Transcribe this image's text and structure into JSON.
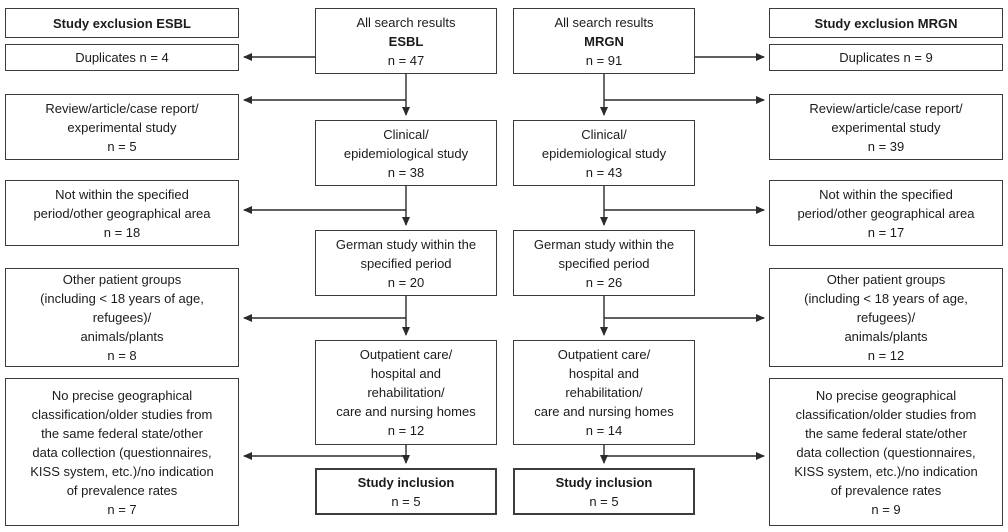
{
  "colors": {
    "box_border": "#3c3c3c",
    "arrow": "#2b2b2b",
    "text": "#1b1b1b",
    "background": "#ffffff"
  },
  "exclusion_esbl": {
    "header": "Study exclusion ESBL",
    "duplicates": "Duplicates n = 4",
    "review": "Review/article/case report/\nexperimental study\nn = 5",
    "period": "Not within the specified\nperiod/other geographical area\nn = 18",
    "patient_groups": "Other patient groups\n(including < 18 years of age,\nrefugees)/\nanimals/plants\nn = 8",
    "geography": "No precise geographical\nclassification/older studies from\nthe same federal state/other\ndata collection (questionnaires,\nKISS system, etc.)/no indication\nof prevalence rates\nn = 7"
  },
  "flow_esbl": {
    "search": {
      "line1": "All search results",
      "line2": "ESBL",
      "line3": "n = 47"
    },
    "clinical": "Clinical/\nepidemiological study\nn = 38",
    "german": "German study within the\nspecified period\nn = 20",
    "outpatient": "Outpatient care/\nhospital and\nrehabilitation/\ncare and nursing homes\nn = 12",
    "inclusion": {
      "label": "Study inclusion",
      "n": "n = 5"
    }
  },
  "flow_mrgn": {
    "search": {
      "line1": "All search results",
      "line2": "MRGN",
      "line3": "n = 91"
    },
    "clinical": "Clinical/\nepidemiological study\nn = 43",
    "german": "German study within the\nspecified period\nn = 26",
    "outpatient": "Outpatient care/\nhospital and\nrehabilitation/\ncare and nursing homes\nn = 14",
    "inclusion": {
      "label": "Study inclusion",
      "n": "n = 5"
    }
  },
  "exclusion_mrgn": {
    "header": "Study exclusion MRGN",
    "duplicates": "Duplicates n = 9",
    "review": "Review/article/case report/\nexperimental study\nn = 39",
    "period": "Not within the specified\nperiod/other geographical area\nn = 17",
    "patient_groups": "Other patient groups\n(including < 18 years of age,\nrefugees)/\nanimals/plants\nn = 12",
    "geography": "No precise geographical\nclassification/older studies from\nthe same federal state/other\ndata collection (questionnaires,\nKISS system, etc.)/no indication\nof prevalence rates\nn = 9"
  }
}
